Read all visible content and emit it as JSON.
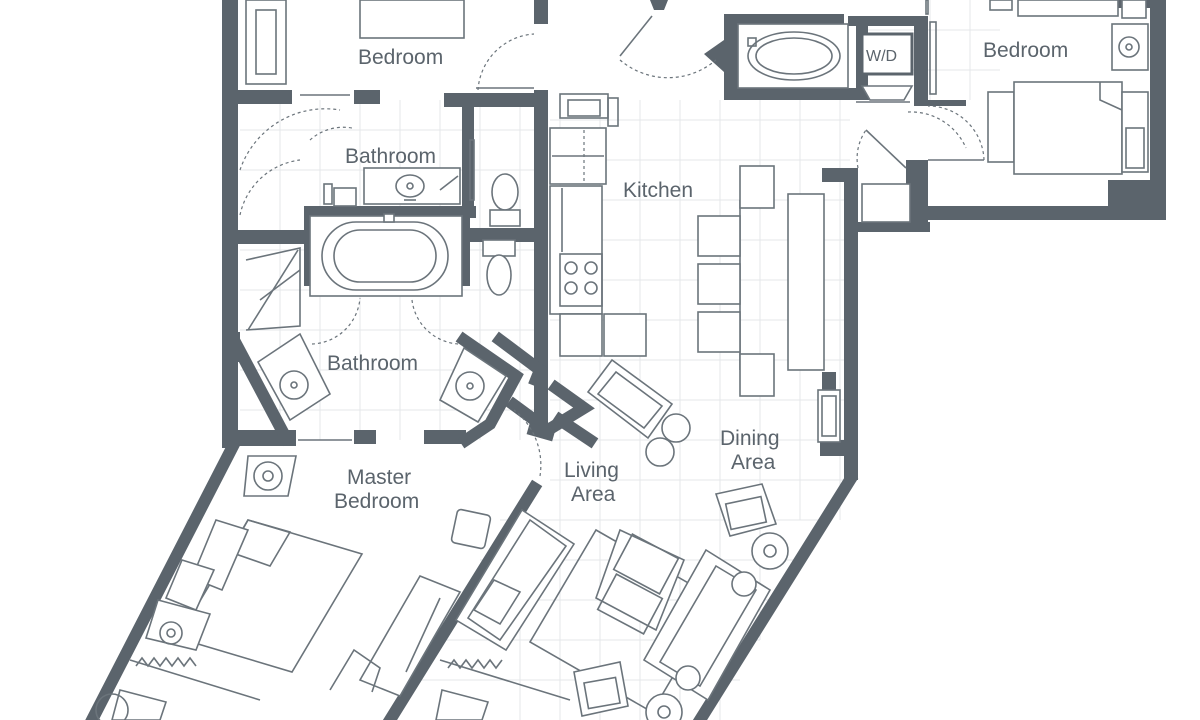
{
  "rooms": {
    "bedroom_top_left": "Bedroom",
    "bedroom_top_right": "Bedroom",
    "bathroom_upper": "Bathroom",
    "bathroom_lower": "Bathroom",
    "kitchen": "Kitchen",
    "dining_line1": "Dining",
    "dining_line2": "Area",
    "living_line1": "Living",
    "living_line2": "Area",
    "master_line1": "Master",
    "master_line2": "Bedroom"
  },
  "appliances": {
    "washer_dryer": "W/D"
  },
  "colors": {
    "wall": "#5b646c",
    "grid": "#e4e7ea",
    "fixture": "#6b747b",
    "background": "#ffffff"
  }
}
